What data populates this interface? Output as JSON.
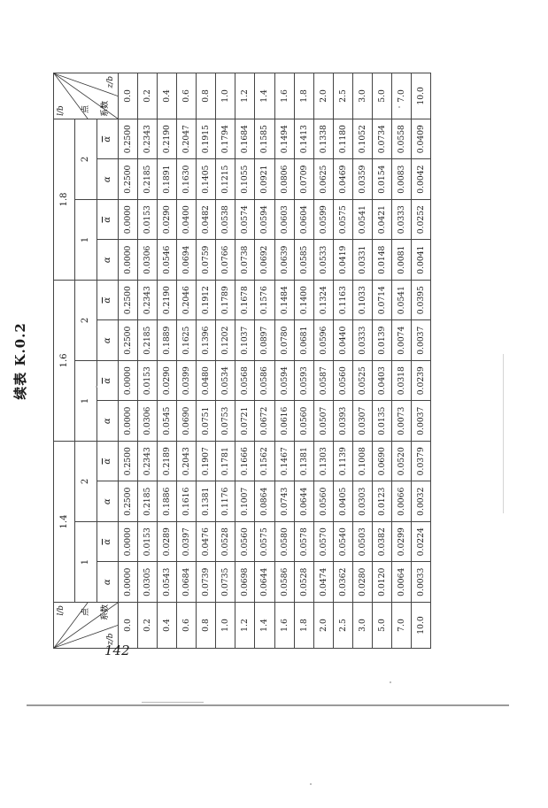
{
  "table_title": "续表 K.0.2",
  "page_number": "142",
  "header": {
    "lb_label": "l/b",
    "point_label": "点",
    "coef_label": "系数",
    "zb_label": "z/b",
    "alpha": "α",
    "alpha_bar": "α",
    "groups": [
      {
        "lb": "1.4",
        "points": [
          "1",
          "2"
        ]
      },
      {
        "lb": "1.6",
        "points": [
          "1",
          "2"
        ]
      },
      {
        "lb": "1.8",
        "points": [
          "1",
          "2"
        ]
      }
    ]
  },
  "rows": [
    {
      "zb": "0.0",
      "vals": [
        "0.0000",
        "0.0000",
        "0.2500",
        "0.2500",
        "0.0000",
        "0.0000",
        "0.2500",
        "0.2500",
        "0.0000",
        "0.0000",
        "0.2500",
        "0.2500"
      ]
    },
    {
      "zb": "0.2",
      "vals": [
        "0.0305",
        "0.0153",
        "0.2185",
        "0.2343",
        "0.0306",
        "0.0153",
        "0.2185",
        "0.2343",
        "0.0306",
        "0.0153",
        "0.2185",
        "0.2343"
      ]
    },
    {
      "zb": "0.4",
      "vals": [
        "0.0543",
        "0.0289",
        "0.1886",
        "0.2189",
        "0.0545",
        "0.0290",
        "0.1889",
        "0.2190",
        "0.0546",
        "0.0290",
        "0.1891",
        "0.2190"
      ]
    },
    {
      "zb": "0.6",
      "vals": [
        "0.0684",
        "0.0397",
        "0.1616",
        "0.2043",
        "0.0690",
        "0.0399",
        "0.1625",
        "0.2046",
        "0.0694",
        "0.0400",
        "0.1630",
        "0.2047"
      ]
    },
    {
      "zb": "0.8",
      "vals": [
        "0.0739",
        "0.0476",
        "0.1381",
        "0.1907",
        "0.0751",
        "0.0480",
        "0.1396",
        "0.1912",
        "0.0759",
        "0.0482",
        "0.1405",
        "0.1915"
      ]
    },
    {
      "zb": "1.0",
      "vals": [
        "0.0735",
        "0.0528",
        "0.1176",
        "0.1781",
        "0.0753",
        "0.0534",
        "0.1202",
        "0.1789",
        "0.0766",
        "0.0538",
        "0.1215",
        "0.1794"
      ]
    },
    {
      "zb": "1.2",
      "vals": [
        "0.0698",
        "0.0560",
        "0.1007",
        "0.1666",
        "0.0721",
        "0.0568",
        "0.1037",
        "0.1678",
        "0.0738",
        "0.0574",
        "0.1055",
        "0.1684"
      ]
    },
    {
      "zb": "1.4",
      "vals": [
        "0.0644",
        "0.0575",
        "0.0864",
        "0.1562",
        "0.0672",
        "0.0586",
        "0.0897",
        "0.1576",
        "0.0692",
        "0.0594",
        "0.0921",
        "0.1585"
      ]
    },
    {
      "zb": "1.6",
      "vals": [
        "0.0586",
        "0.0580",
        "0.0743",
        "0.1467",
        "0.0616",
        "0.0594",
        "0.0780",
        "0.1484",
        "0.0639",
        "0.0603",
        "0.0806",
        "0.1494"
      ]
    },
    {
      "zb": "1.8",
      "vals": [
        "0.0528",
        "0.0578",
        "0.0644",
        "0.1381",
        "0.0560",
        "0.0593",
        "0.0681",
        "0.1400",
        "0.0585",
        "0.0604",
        "0.0709",
        "0.1413"
      ]
    },
    {
      "zb": "2.0",
      "vals": [
        "0.0474",
        "0.0570",
        "0.0560",
        "0.1303",
        "0.0507",
        "0.0587",
        "0.0596",
        "0.1324",
        "0.0533",
        "0.0599",
        "0.0625",
        "0.1338"
      ]
    },
    {
      "zb": "2.5",
      "vals": [
        "0.0362",
        "0.0540",
        "0.0405",
        "0.1139",
        "0.0393",
        "0.0560",
        "0.0440",
        "0.1163",
        "0.0419",
        "0.0575",
        "0.0469",
        "0.1180"
      ]
    },
    {
      "zb": "3.0",
      "vals": [
        "0.0280",
        "0.0503",
        "0.0303",
        "0.1008",
        "0.0307",
        "0.0525",
        "0.0333",
        "0.1033",
        "0.0331",
        "0.0541",
        "0.0359",
        "0.1052"
      ]
    },
    {
      "zb": "5.0",
      "vals": [
        "0.0120",
        "0.0382",
        "0.0123",
        "0.0690",
        "0.0135",
        "0.0403",
        "0.0139",
        "0.0714",
        "0.0148",
        "0.0421",
        "0.0154",
        "0.0734"
      ]
    },
    {
      "zb": "7.0",
      "vals": [
        "0.0064",
        "0.0299",
        "0.0066",
        "0.0520",
        "0.0073",
        "0.0318",
        "0.0074",
        "0.0541",
        "0.0081",
        "0.0333",
        "0.0083",
        "0.0558"
      ]
    },
    {
      "zb": "10.0",
      "vals": [
        "0.0033",
        "0.0224",
        "0.0032",
        "0.0379",
        "0.0037",
        "0.0239",
        "0.0037",
        "0.0395",
        "0.0041",
        "0.0252",
        "0.0042",
        "0.0409"
      ]
    }
  ]
}
